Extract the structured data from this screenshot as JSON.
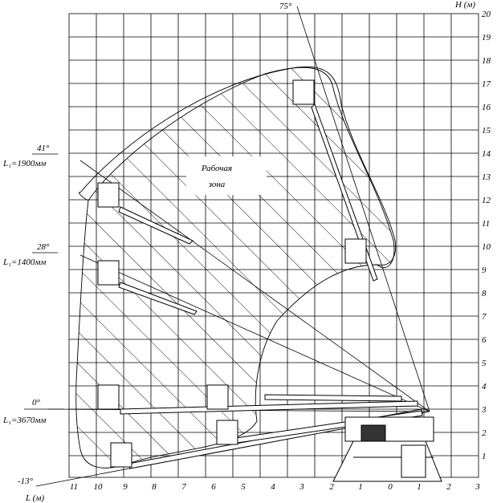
{
  "axis": {
    "h_label": "H (м)",
    "l_label": "L (м)",
    "h_ticks": [
      "20",
      "19",
      "18",
      "17",
      "16",
      "15",
      "14",
      "13",
      "12",
      "11",
      "10",
      "9",
      "8",
      "7",
      "6",
      "5",
      "4",
      "3",
      "2",
      "1"
    ],
    "l_ticks": [
      "11",
      "10",
      "9",
      "8",
      "7",
      "6",
      "5",
      "4",
      "3",
      "2",
      "1",
      "0",
      "1",
      "2",
      "3"
    ]
  },
  "angles": {
    "a75": "75°",
    "a41": "41°",
    "a28": "28°",
    "a0": "0°",
    "am13": "-13°"
  },
  "lengths": {
    "l41": "L₁=1900мм",
    "l28": "L₁=1400мм",
    "l0": "L₁=3670мм"
  },
  "zone": {
    "line1": "Рабочая",
    "line2": "зона"
  }
}
